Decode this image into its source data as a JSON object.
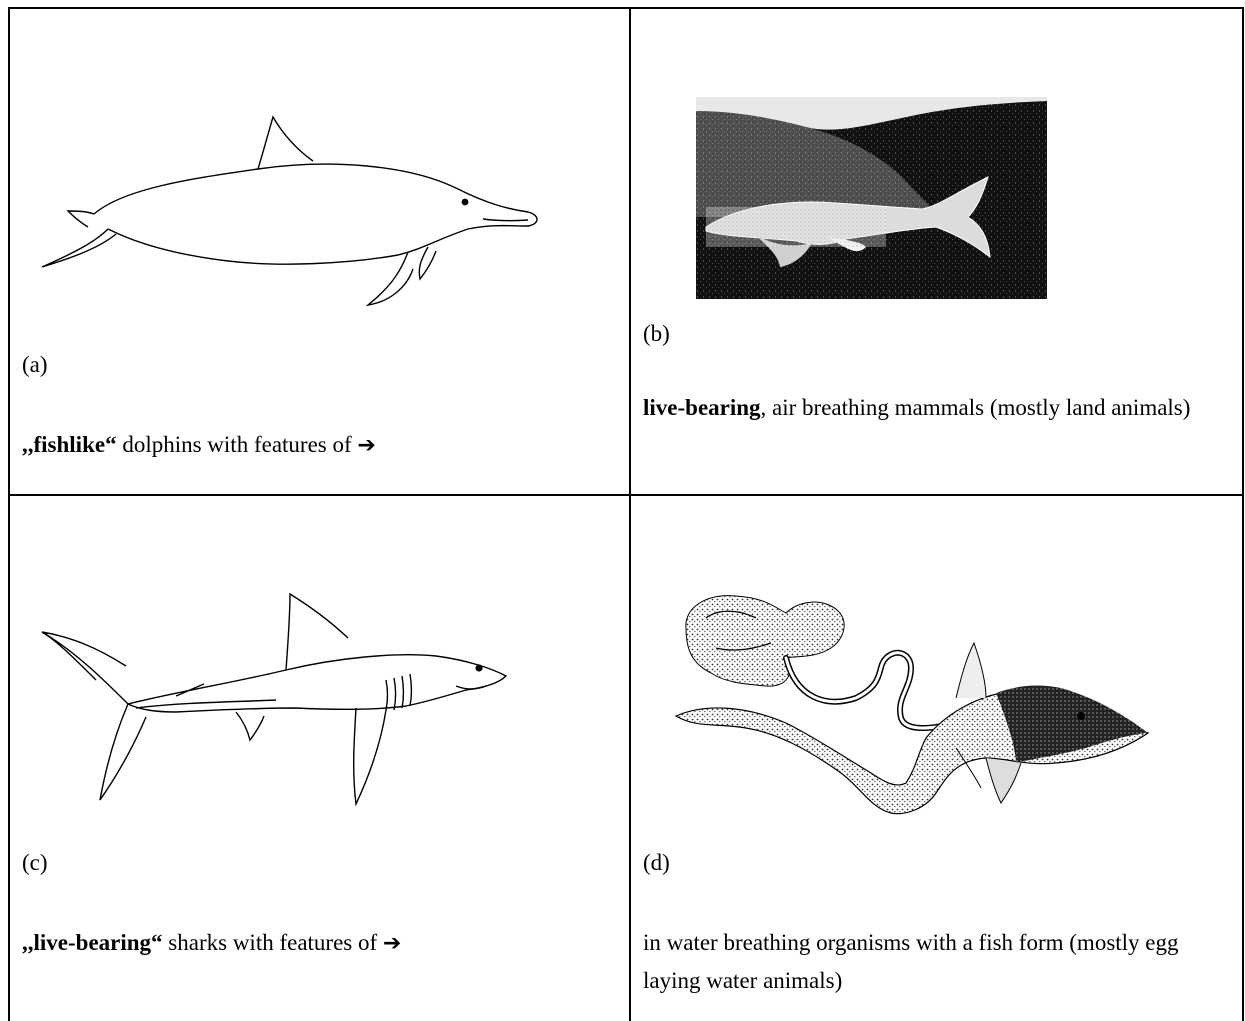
{
  "cells": {
    "a": {
      "label": "(a)",
      "desc_bold": ",,fishlike“",
      "desc_text": " dolphins with features of ",
      "arrow": "➔"
    },
    "b": {
      "label": "(b)",
      "desc_bold": "live-bearing",
      "desc_text": ", air breathing mammals (mostly land animals)"
    },
    "c": {
      "label": "(c)",
      "desc_bold": ",,live-bearing“",
      "desc_text": " sharks with features of ",
      "arrow": "➔"
    },
    "d": {
      "label": "(d)",
      "desc_text": "in water breathing organisms with a fish form (mostly egg laying water animals)"
    }
  }
}
